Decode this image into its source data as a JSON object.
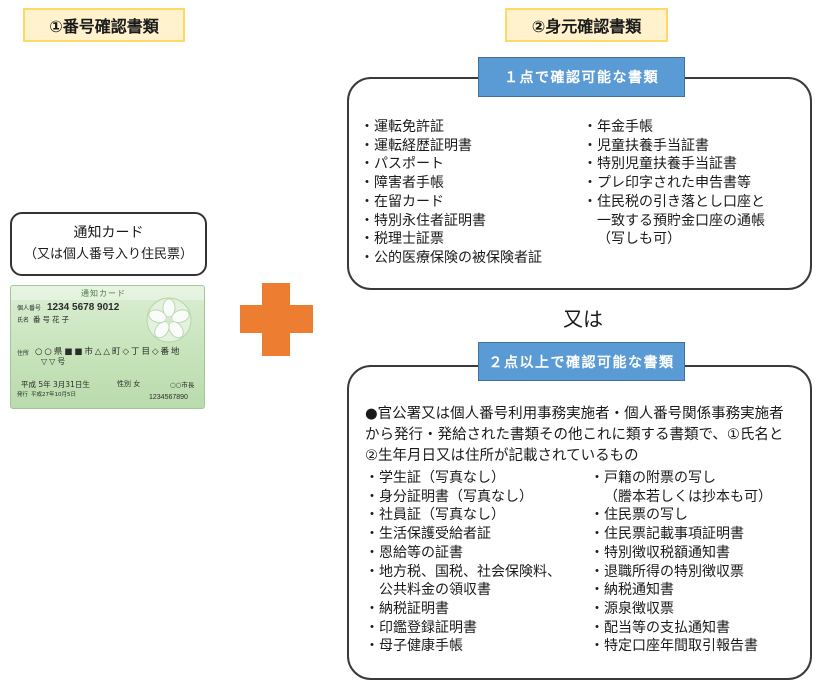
{
  "colors": {
    "plus_orange": "#ED7D31",
    "header_blue": "#5B9BD5",
    "header_border": "#41719C",
    "label_fill": "#FFF2CC",
    "label_border": "#FFD966"
  },
  "labels": {
    "number_check": "①番号確認書類",
    "identity_check": "②身元確認書類"
  },
  "notification_card": {
    "title": "通知カード",
    "subtitle": "（又は個人番号入り住民票）"
  },
  "card_image": {
    "header": "通知カード",
    "number_label": "個人番号",
    "number": "1234 5678 9012",
    "name_label": "氏名",
    "name": "番号花子",
    "address_label": "住所",
    "address_line1": "○○県■■市△△町◇丁目◇番地",
    "address_line2": "▽▽号",
    "birth": "平成 5年 3月31日生",
    "sex": "性別 女",
    "issuer": "○○市長",
    "issue_label": "発行",
    "issue_date": "平成27年10月5日",
    "serial": "1234567890"
  },
  "or_text": "又は",
  "single_doc_box": {
    "header": "１点で確認可能な書類",
    "left": [
      [
        "・運転免許証"
      ],
      [
        "・運転経歴証明書"
      ],
      [
        "・パスポート"
      ],
      [
        "・障害者手帳"
      ],
      [
        "・在留カード"
      ],
      [
        "・特別永住者証明書"
      ],
      [
        "・税理士証票"
      ],
      [
        "・公的医療保険の被保険者証"
      ]
    ],
    "right": [
      [
        "・年金手帳"
      ],
      [
        "・児童扶養手当証書"
      ],
      [
        "・特別児童扶養手当証書"
      ],
      [
        "・プレ印字された申告書等"
      ],
      [
        "・住民税の引き落とし口座と",
        "一致する預貯金口座の通帳",
        "（写しも可）"
      ]
    ]
  },
  "multi_doc_box": {
    "header": "２点以上で確認可能な書類",
    "intro": [
      "●官公署又は個人番号利用事務実施者・個人番号関係事務実施者",
      "から発行・発給された書類その他これに類する書類で、①氏名と",
      "②生年月日又は住所が記載されているもの"
    ],
    "left": [
      [
        "・学生証（写真なし）"
      ],
      [
        "・身分証明書（写真なし）"
      ],
      [
        "・社員証（写真なし）"
      ],
      [
        "・生活保護受給者証"
      ],
      [
        "・恩給等の証書"
      ],
      [
        "・地方税、国税、社会保険料、",
        "公共料金の領収書"
      ],
      [
        "・納税証明書"
      ],
      [
        "・印鑑登録証明書"
      ],
      [
        "・母子健康手帳"
      ]
    ],
    "right": [
      [
        "・戸籍の附票の写し",
        "（謄本若しくは抄本も可）"
      ],
      [
        "・住民票の写し"
      ],
      [
        "・住民票記載事項証明書"
      ],
      [
        "・特別徴収税額通知書"
      ],
      [
        "・退職所得の特別徴収票"
      ],
      [
        "・納税通知書"
      ],
      [
        "・源泉徴収票"
      ],
      [
        "・配当等の支払通知書"
      ],
      [
        "・特定口座年間取引報告書"
      ]
    ]
  }
}
